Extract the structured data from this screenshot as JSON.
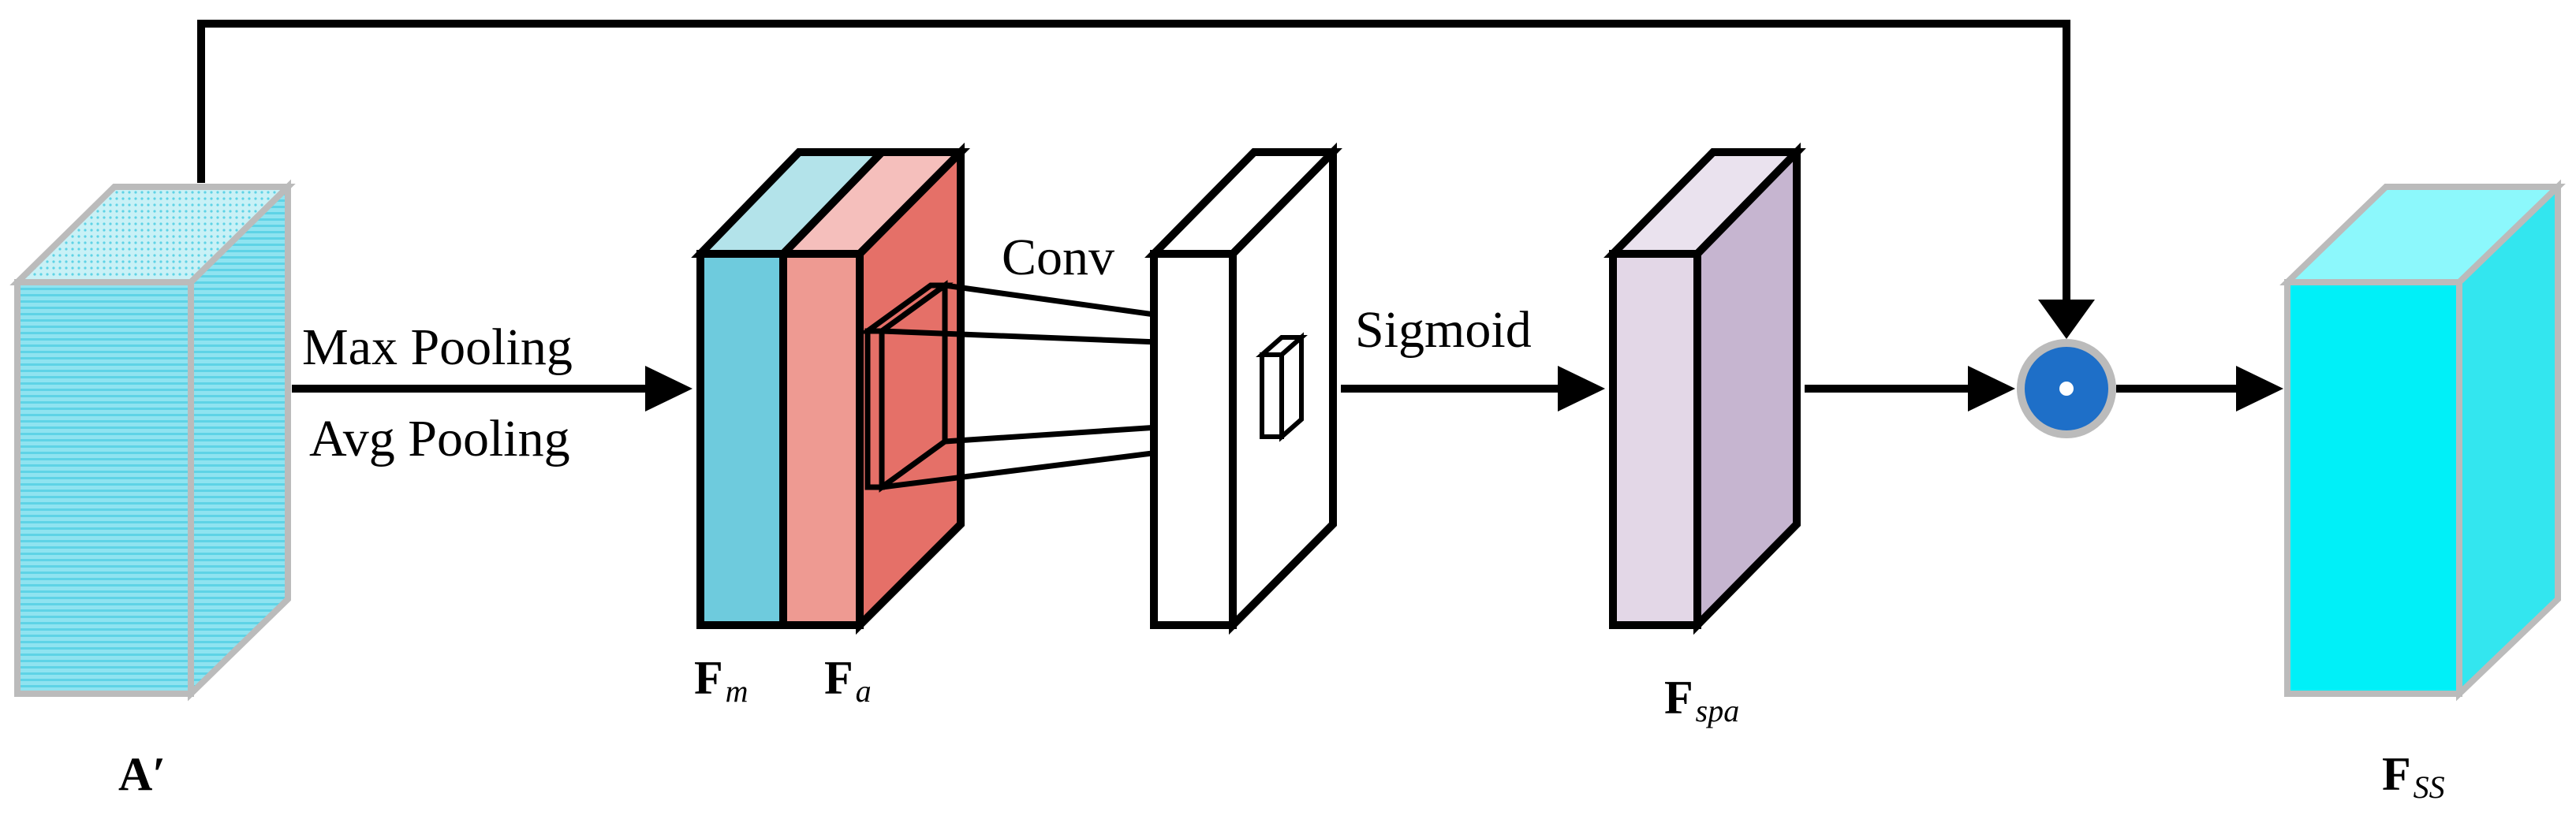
{
  "labels": {
    "max_pooling": "Max Pooling",
    "avg_pooling": "Avg Pooling",
    "conv": "Conv",
    "sigmoid": "Sigmoid"
  },
  "tensors": {
    "input": {
      "base": "A",
      "prime": "′"
    },
    "f_m": {
      "base": "F",
      "sub": "m"
    },
    "f_a": {
      "base": "F",
      "sub": "a"
    },
    "f_spa": {
      "base": "F",
      "sub": "spa"
    },
    "f_ss": {
      "base": "F",
      "sub": "SS"
    }
  },
  "colors": {
    "input_front": "#8FE3F0",
    "input_top": "#C9F1F6",
    "input_side": "#5ED3E6",
    "fm_front": "#6ECBDD",
    "fm_top": "#B3E3EA",
    "fa_front": "#EE9A92",
    "fa_top": "#F5BFBC",
    "fa_side": "#E57068",
    "spa_front": "#E3D7E7",
    "spa_top": "#EAE2EE",
    "spa_side": "#C6B5D0",
    "out_front": "#00F0F8",
    "out_top": "#8CF8FC",
    "out_side": "#33E6EF",
    "multiply_fill": "#1E6FC8",
    "multiply_ring": "#BBBBBB",
    "cube_edge_gray": "#BBBBBB"
  },
  "icons": {
    "multiply": "elementwise-multiply-icon"
  }
}
